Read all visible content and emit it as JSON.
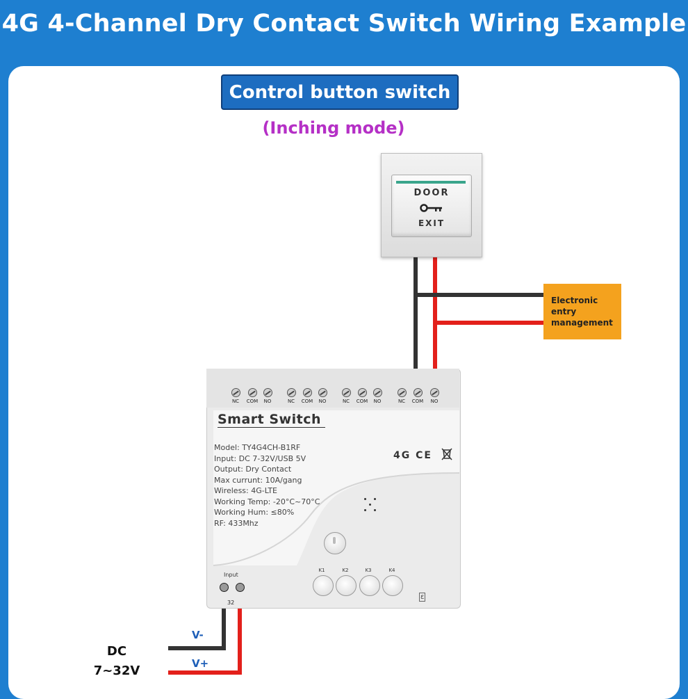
{
  "header": {
    "title": "4G 4-Channel Dry Contact Switch Wiring Example"
  },
  "control": {
    "label": "Control button switch",
    "mode": "(Inching mode)"
  },
  "exit_button": {
    "top_text": "DOOR",
    "bottom_text": "EXIT",
    "icon": "key-icon"
  },
  "entry": {
    "label": "Electronic entry management"
  },
  "device": {
    "brand": "Smart  Switch",
    "terminals": [
      {
        "nc": "NC",
        "com": "COM",
        "no": "NO"
      },
      {
        "nc": "NC",
        "com": "COM",
        "no": "NO"
      },
      {
        "nc": "NC",
        "com": "COM",
        "no": "NO"
      },
      {
        "nc": "NC",
        "com": "COM",
        "no": "NO"
      }
    ],
    "specs": [
      "Model:  TY4G4CH-B1RF",
      "Input:  DC 7-32V/USB 5V",
      "Output:  Dry Contact",
      "Max currunt:  10A/gang",
      "Wireless:  4G-LTE",
      "Working Temp:  -20°C~70°C",
      "Working Hum:  ≤80%",
      "RF:  433Mhz"
    ],
    "certs": "4G CE",
    "keys": [
      "K1",
      "K2",
      "K3",
      "K4"
    ],
    "input_label": "Input",
    "input_number": "32"
  },
  "power": {
    "dc_label_line1": "DC",
    "dc_label_line2": "7~32V",
    "vminus": "V-",
    "vplus": "V+"
  },
  "colors": {
    "background": "#1e7fd0",
    "label_blue": "#1d6dc0",
    "mode_purple": "#b530c6",
    "entry_orange": "#f4a21e",
    "wire_red": "#e3201b",
    "wire_black": "#333333"
  }
}
